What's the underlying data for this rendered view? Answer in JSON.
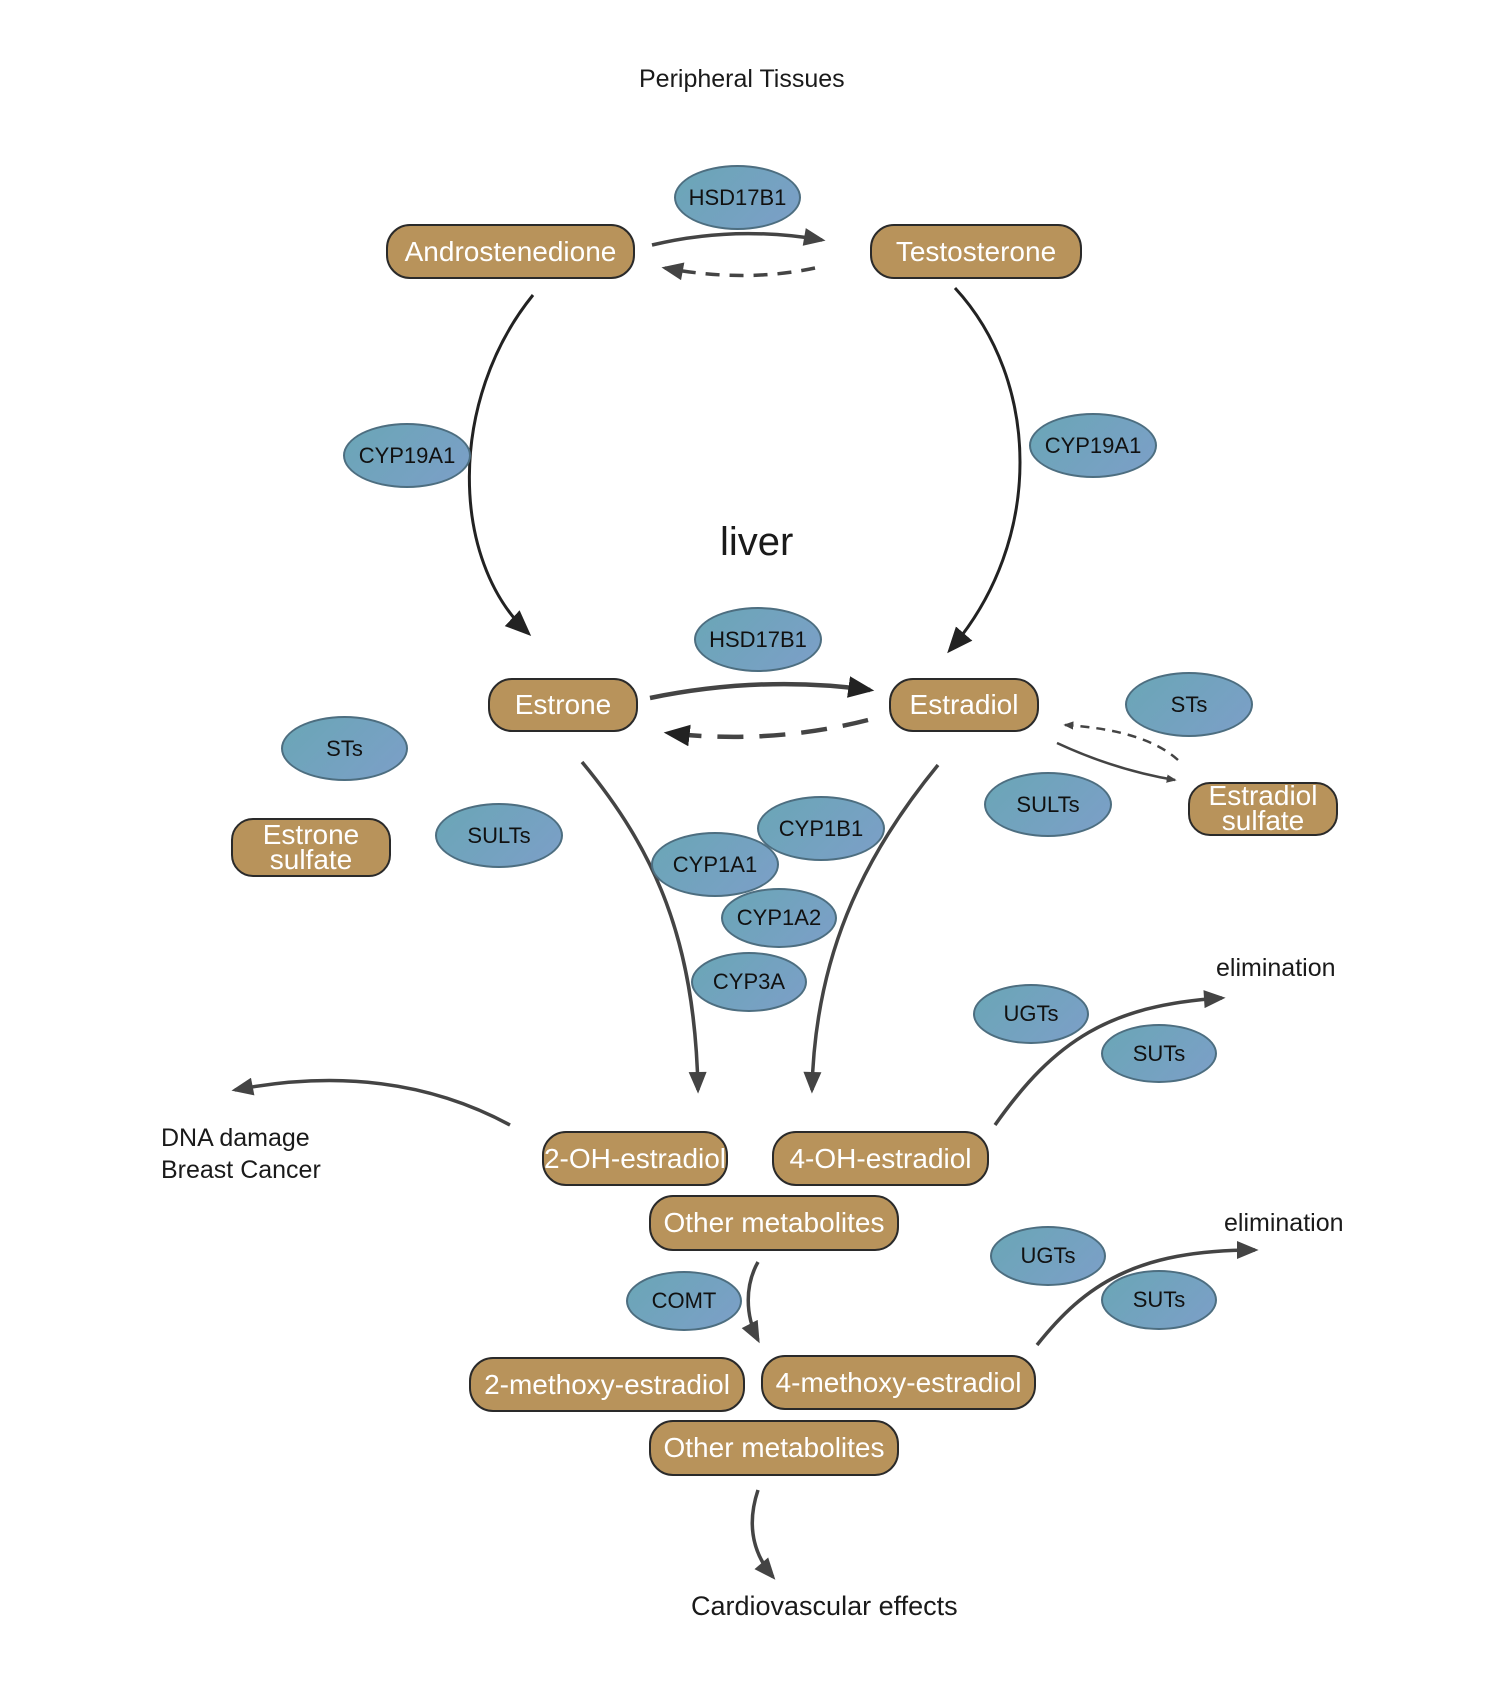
{
  "titles": {
    "peripheral": "Peripheral Tissues",
    "liver": "liver"
  },
  "molecules": {
    "androstenedione": "Androstenedione",
    "testosterone": "Testosterone",
    "estrone": "Estrone",
    "estradiol": "Estradiol",
    "estrone_sulfate": [
      "Estrone",
      "sulfate"
    ],
    "estradiol_sulfate": [
      "Estradiol",
      "sulfate"
    ],
    "oh2_estradiol": "2-OH-estradiol",
    "oh4_estradiol": "4-OH-estradiol",
    "other_metabolites_1": "Other metabolites",
    "methoxy2_estradiol": "2-methoxy-estradiol",
    "methoxy4_estradiol": "4-methoxy-estradiol",
    "other_metabolites_2": "Other metabolites"
  },
  "enzymes": {
    "hsd17b1_top": "HSD17B1",
    "cyp19a1_left": "CYP19A1",
    "cyp19a1_right": "CYP19A1",
    "hsd17b1_mid": "HSD17B1",
    "sts_left": "STs",
    "sults_left": "SULTs",
    "sts_right": "STs",
    "sults_right": "SULTs",
    "cyp1b1": "CYP1B1",
    "cyp1a1": "CYP1A1",
    "cyp1a2": "CYP1A2",
    "cyp3a": "CYP3A",
    "ugts_1": "UGTs",
    "suts_1": "SUTs",
    "ugts_2": "UGTs",
    "suts_2": "SUTs",
    "comt": "COMT"
  },
  "outcomes": {
    "elimination_1": "elimination",
    "elimination_2": "elimination",
    "dna_damage": [
      "DNA damage",
      "Breast Cancer"
    ],
    "cardiovascular": "Cardiovascular effects"
  },
  "colors": {
    "molecule_fill": "#b8935b",
    "molecule_border": "#2a2a2a",
    "enzyme_fill": "#6fa3b8",
    "arrow": "#444444"
  }
}
